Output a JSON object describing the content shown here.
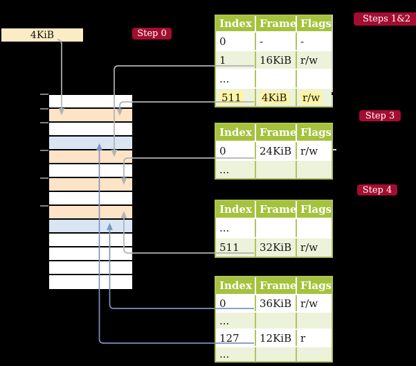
{
  "colors": {
    "background": "#000000",
    "cr3_box_bg": "#fbecc5",
    "step_label_bg": "#a50d30",
    "step_label_text": "#ffffff",
    "table_header_bg": "#a4c23c",
    "table_border": "#b2c25e",
    "table_row_bg": "#ffffff",
    "table_row_alt_bg": "#edf2da",
    "highlight_yellow": "#fdf5a1",
    "memory_table_row": "#fde4c6",
    "memory_mapped_row": "#d9e5f3",
    "memory_free_row": "#ffffff",
    "arrow_gray": "#b0b3b6",
    "arrow_blue": "#7a94c0",
    "tick_gray": "#828282"
  },
  "cr3_box": {
    "label": "4KiB"
  },
  "step_labels": {
    "step0": "Step 0",
    "steps12": "Steps 1&2",
    "step3": "Step 3",
    "step4": "Step 4"
  },
  "page_tables": [
    {
      "headers": [
        "Index",
        "Frame",
        "Flags"
      ],
      "rows": [
        {
          "index": "0",
          "frame": "-",
          "flags": "-"
        },
        {
          "index": "1",
          "frame": "16KiB",
          "flags": "r/w"
        },
        {
          "index": "...",
          "frame": "",
          "flags": ""
        },
        {
          "index": "511",
          "frame": "4KiB",
          "flags": "r/w",
          "highlighted": true
        }
      ]
    },
    {
      "headers": [
        "Index",
        "Frame",
        "Flags"
      ],
      "rows": [
        {
          "index": "0",
          "frame": "24KiB",
          "flags": "r/w"
        },
        {
          "index": "...",
          "frame": "",
          "flags": ""
        }
      ]
    },
    {
      "headers": [
        "Index",
        "Frame",
        "Flags"
      ],
      "rows": [
        {
          "index": "...",
          "frame": "",
          "flags": ""
        },
        {
          "index": "511",
          "frame": "32KiB",
          "flags": "r/w"
        }
      ]
    },
    {
      "headers": [
        "Index",
        "Frame",
        "Flags"
      ],
      "rows": [
        {
          "index": "0",
          "frame": "36KiB",
          "flags": "r/w"
        },
        {
          "index": "...",
          "frame": "",
          "flags": ""
        },
        {
          "index": "127",
          "frame": "12KiB",
          "flags": "r"
        },
        {
          "index": "...",
          "frame": "",
          "flags": ""
        }
      ]
    }
  ],
  "memory": {
    "rows": [
      {
        "kind": "free"
      },
      {
        "kind": "page-table"
      },
      {
        "kind": "free"
      },
      {
        "kind": "mapped"
      },
      {
        "kind": "page-table"
      },
      {
        "kind": "free"
      },
      {
        "kind": "page-table"
      },
      {
        "kind": "free"
      },
      {
        "kind": "page-table"
      },
      {
        "kind": "mapped"
      },
      {
        "kind": "free"
      },
      {
        "kind": "free"
      },
      {
        "kind": "free"
      },
      {
        "kind": "free"
      }
    ]
  }
}
